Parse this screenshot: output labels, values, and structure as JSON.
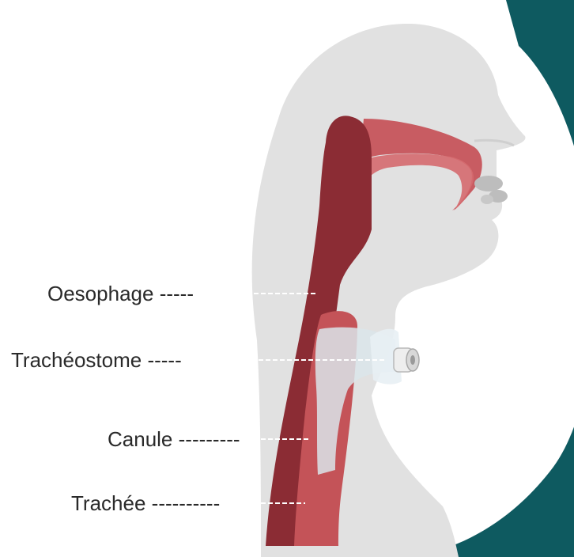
{
  "labels": [
    {
      "id": "oesophage",
      "text": "Oesophage",
      "dashes": "-----"
    },
    {
      "id": "tracheostome",
      "text": "Trachéostome",
      "dashes": "-----"
    },
    {
      "id": "canule",
      "text": "Canule",
      "dashes": "---------"
    },
    {
      "id": "trachee",
      "text": "Trachée",
      "dashes": "----------"
    }
  ],
  "colors": {
    "head": "#e1e1e1",
    "arc": "#0e5a60",
    "esophagus": "#8b2c34",
    "trachea": "#c45358",
    "mouth": "#c85c62",
    "cannula": "#d9e4ea",
    "teeth": "#bdbdbd",
    "label_text": "#2a2a2a"
  }
}
